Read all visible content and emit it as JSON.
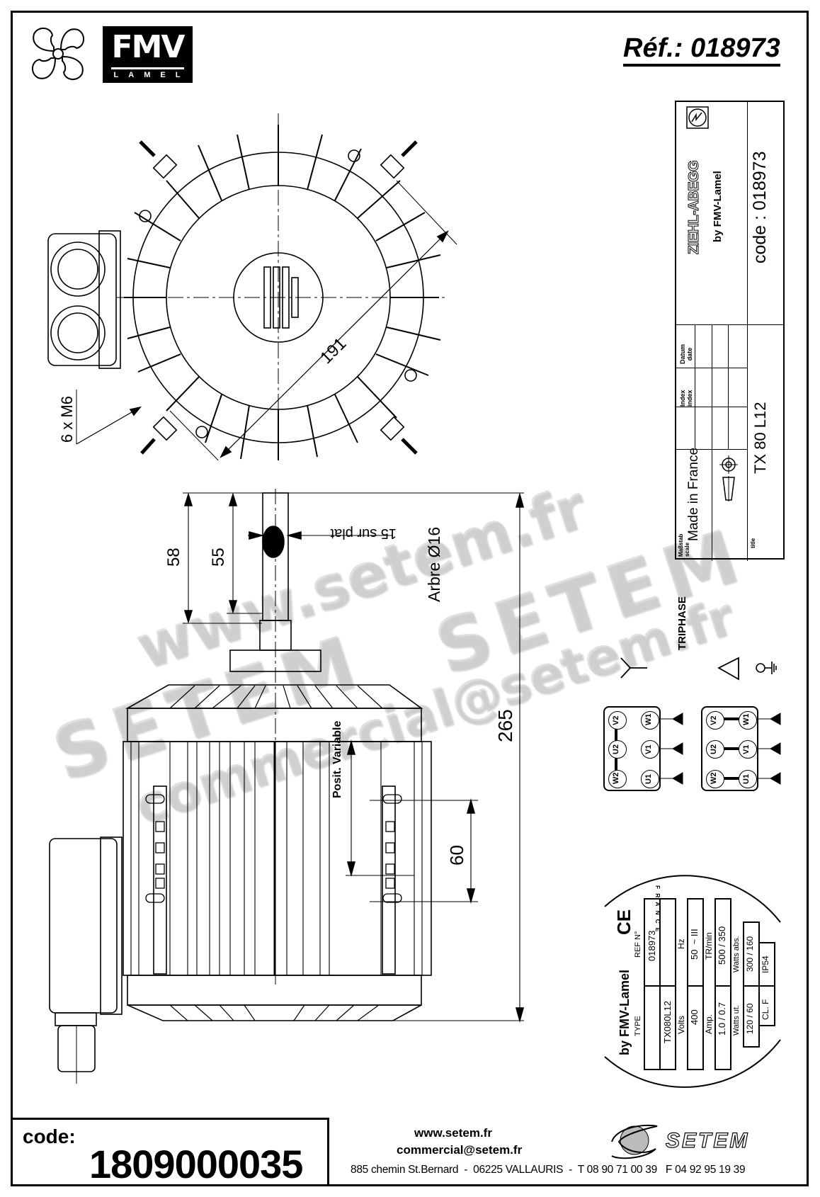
{
  "header": {
    "brand_name": "FMV",
    "brand_sub": "LAMEL",
    "reference": "Réf.: 018973",
    "logo_icon": "fan-propeller-icon"
  },
  "title_block": {
    "manufacturer": "ZIEHL-ABEGG",
    "manufacturer_sub": "by FMV-Lamel",
    "manufacturer_icon": "ziehl-abegg-logo-icon",
    "code": "code : 018973",
    "datum_label": "Datum\ndate",
    "index_label": "Index\nindex",
    "made_in": "Made in France",
    "scale_label": "Maßstab\nscale",
    "projection_icon": "first-angle-projection-icon",
    "title_label": "title",
    "title_value": "TX 80 L12"
  },
  "front_view": {
    "diameter_dim": "191",
    "bolt_callout": "6 x M6"
  },
  "side_view": {
    "dim_58": "58",
    "dim_55": "55",
    "flat_dim": "15 sur plat",
    "shaft_label": "Arbre Ø16",
    "total_height": "265",
    "posit_label": "Posit. Variable",
    "dim_60": "60"
  },
  "wiring": {
    "title": "TRIPHASE",
    "star_symbol": "star-connection-icon",
    "delta_symbol": "delta-connection-icon",
    "ground_symbol": "ground-icon",
    "star_terminals": [
      {
        "top": "V2",
        "bottom": "W1"
      },
      {
        "top": "U2",
        "bottom": "V1"
      },
      {
        "top": "W2",
        "bottom": "U1"
      }
    ],
    "delta_terminals": [
      {
        "top": "V2",
        "bottom": "W1"
      },
      {
        "top": "U2",
        "bottom": "V1"
      },
      {
        "top": "W2",
        "bottom": "U1"
      }
    ]
  },
  "nameplate": {
    "brand": "by FMV-Lamel",
    "ce_mark": "CE",
    "country": "FRANCE",
    "type_label": "TYPE",
    "type_value": "TX080L12",
    "ref_label": "REF N°",
    "ref_value": "018973",
    "volts_label": "Volts",
    "volts_value": "400",
    "hz_label": "Hz",
    "hz_value": "50  ~ III",
    "amp_label": "Amp.",
    "amp_value": "1.0 / 0.7",
    "rpm_label": "TR/min",
    "rpm_value": "500 / 350",
    "watts_ut_label": "Watts ut.",
    "watts_ut_value": "120 / 60",
    "watts_abs_label": "Watts abs.",
    "watts_abs_value": "300 / 160",
    "insulation_class": "CL. F",
    "protection": "IP54"
  },
  "footer": {
    "code_label": "code:",
    "code_value": "1809000035",
    "website": "www.setem.fr",
    "email": "commercial@setem.fr",
    "address": "885 chemin St.Bernard  -  06225 VALLAURIS  -  T 08 90 71 00 39   F 04 92 95 19 39",
    "company_logo": "SETEM"
  },
  "watermarks": [
    "www.setem.fr",
    "SETEM",
    "commercial@setem.fr",
    "SETEM"
  ]
}
